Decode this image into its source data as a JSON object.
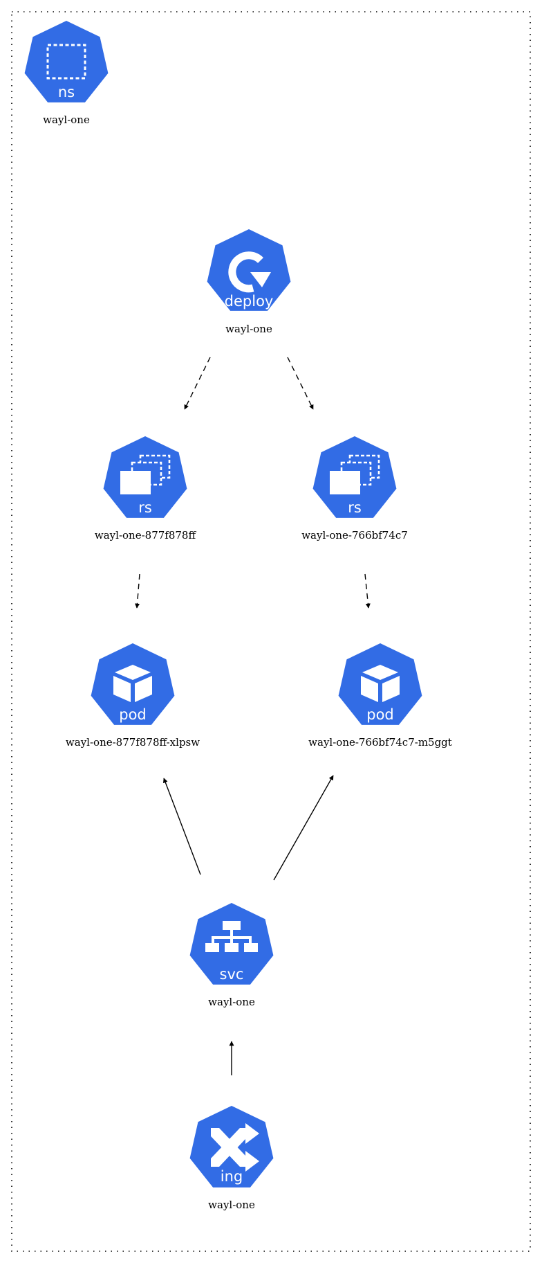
{
  "colors": {
    "node_fill": "#326ce5",
    "icon_stroke": "#ffffff",
    "edge": "#000000",
    "boundary": "#000000",
    "background": "#ffffff"
  },
  "namespace": {
    "kind": "ns",
    "name": "wayl-one",
    "icon": "namespace-icon"
  },
  "deployment": {
    "kind": "deploy",
    "name": "wayl-one",
    "icon": "deployment-icon"
  },
  "replicasets": [
    {
      "kind": "rs",
      "name": "wayl-one-877f878ff",
      "icon": "replicaset-icon"
    },
    {
      "kind": "rs",
      "name": "wayl-one-766bf74c7",
      "icon": "replicaset-icon"
    }
  ],
  "pods": [
    {
      "kind": "pod",
      "name": "wayl-one-877f878ff-xlpsw",
      "icon": "pod-icon"
    },
    {
      "kind": "pod",
      "name": "wayl-one-766bf74c7-m5ggt",
      "icon": "pod-icon"
    }
  ],
  "service": {
    "kind": "svc",
    "name": "wayl-one",
    "icon": "service-icon"
  },
  "ingress": {
    "kind": "ing",
    "name": "wayl-one",
    "icon": "ingress-icon"
  },
  "edges": [
    {
      "from": "deployment",
      "to": "replicasets.0",
      "style": "dashed"
    },
    {
      "from": "deployment",
      "to": "replicasets.1",
      "style": "dashed"
    },
    {
      "from": "replicasets.0",
      "to": "pods.0",
      "style": "dashed"
    },
    {
      "from": "replicasets.1",
      "to": "pods.1",
      "style": "dashed"
    },
    {
      "from": "service",
      "to": "pods.0",
      "style": "solid"
    },
    {
      "from": "service",
      "to": "pods.1",
      "style": "solid"
    },
    {
      "from": "ingress",
      "to": "service",
      "style": "solid"
    }
  ]
}
